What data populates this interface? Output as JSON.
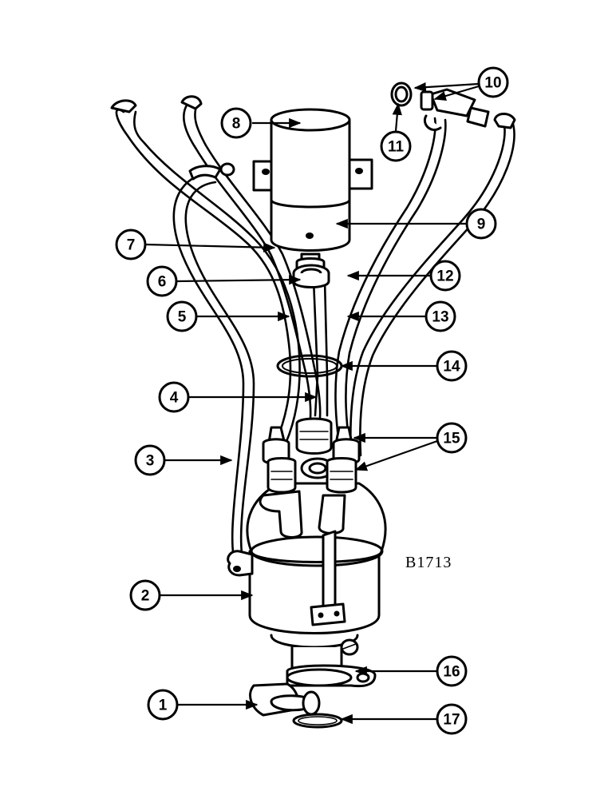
{
  "figure_ref": "B1713",
  "callouts": [
    "1",
    "2",
    "3",
    "4",
    "5",
    "6",
    "7",
    "8",
    "9",
    "10",
    "11",
    "12",
    "13",
    "14",
    "15",
    "16",
    "17"
  ]
}
